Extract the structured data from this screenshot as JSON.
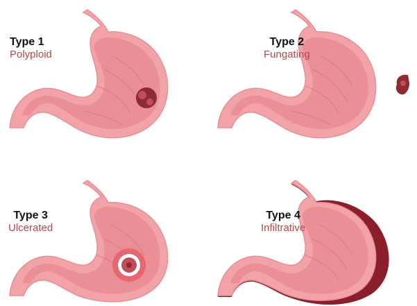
{
  "colors": {
    "outer_wall": "#f2a3a8",
    "inner_wall": "#eb8f96",
    "rugae": "#d7707a",
    "tumor": "#8e2a33",
    "tumor_highlight": "#c04d57",
    "ulcer_halo": "#e55a63",
    "infiltrative": "#8a1f2b",
    "type_text": "#111111",
    "kind_text": "#b3484f"
  },
  "panels": [
    {
      "type_label": "Type 1",
      "kind_label": "Polyploid",
      "lesion": "polyp"
    },
    {
      "type_label": "Type 2",
      "kind_label": "Fungating",
      "lesion": "fungating"
    },
    {
      "type_label": "Type 3",
      "kind_label": "Ulcerated",
      "lesion": "ulcer"
    },
    {
      "type_label": "Type 4",
      "kind_label": "Infiltrative",
      "lesion": "infiltrative"
    }
  ]
}
